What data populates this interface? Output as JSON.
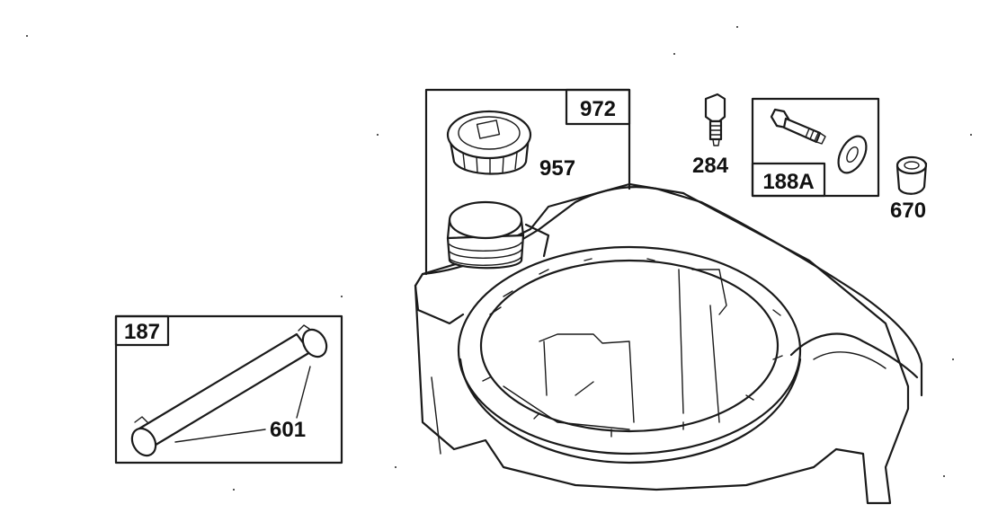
{
  "kits": [
    {
      "id": "kit-972",
      "number": "972"
    },
    {
      "id": "kit-188a",
      "number": "188A"
    },
    {
      "id": "kit-187",
      "number": "187"
    }
  ],
  "parts": [
    {
      "id": "part-957",
      "number": "957",
      "icon": "fuel-cap-icon"
    },
    {
      "id": "part-284",
      "number": "284",
      "icon": "bolt-icon"
    },
    {
      "id": "part-670",
      "number": "670",
      "icon": "bushing-icon"
    },
    {
      "id": "part-601",
      "number": "601",
      "icon": "hose-clamp-icon"
    }
  ],
  "main_component": {
    "icon": "fuel-tank-icon"
  }
}
